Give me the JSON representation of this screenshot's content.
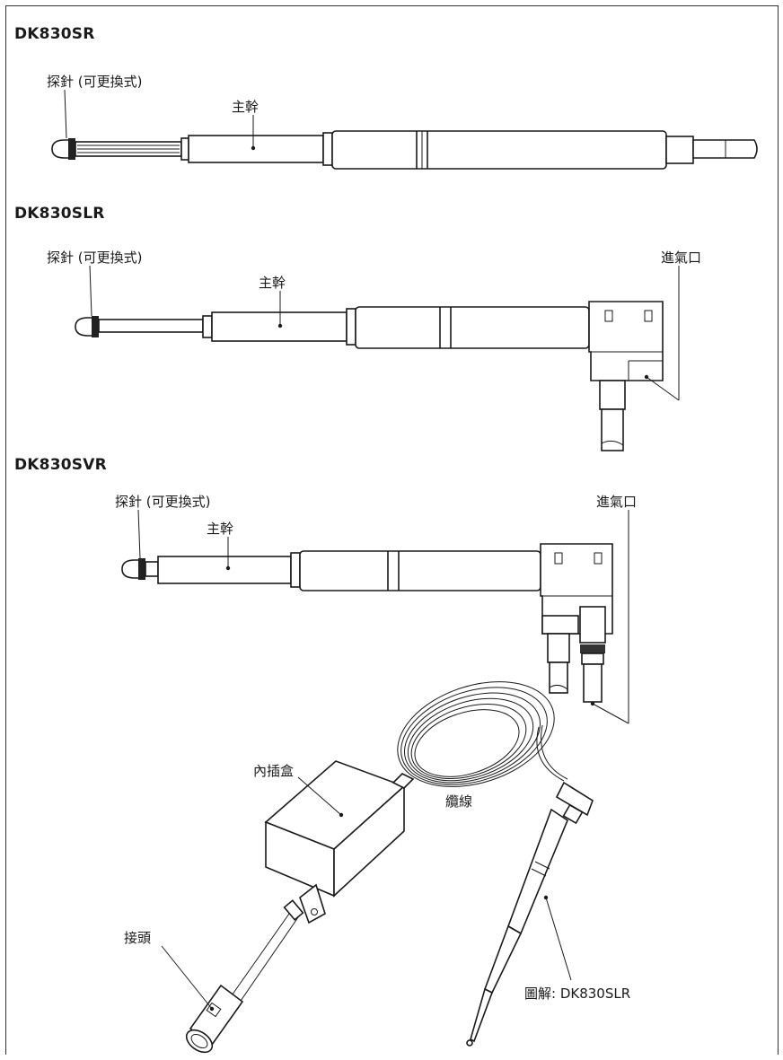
{
  "sections": [
    {
      "title": "DK830SR",
      "probe_label": "探針 (可更換式)",
      "body_label": "主幹"
    },
    {
      "title": "DK830SLR",
      "probe_label": "探針 (可更換式)",
      "body_label": "主幹",
      "inlet_label": "進氣口"
    },
    {
      "title": "DK830SVR",
      "probe_label": "探針 (可更換式)",
      "body_label": "主幹",
      "inlet_label": "進氣口"
    }
  ],
  "assembly": {
    "box_label": "內插盒",
    "cable_label": "纜線",
    "connector_label": "接頭",
    "illustration_label": "圖解: DK830SLR"
  }
}
